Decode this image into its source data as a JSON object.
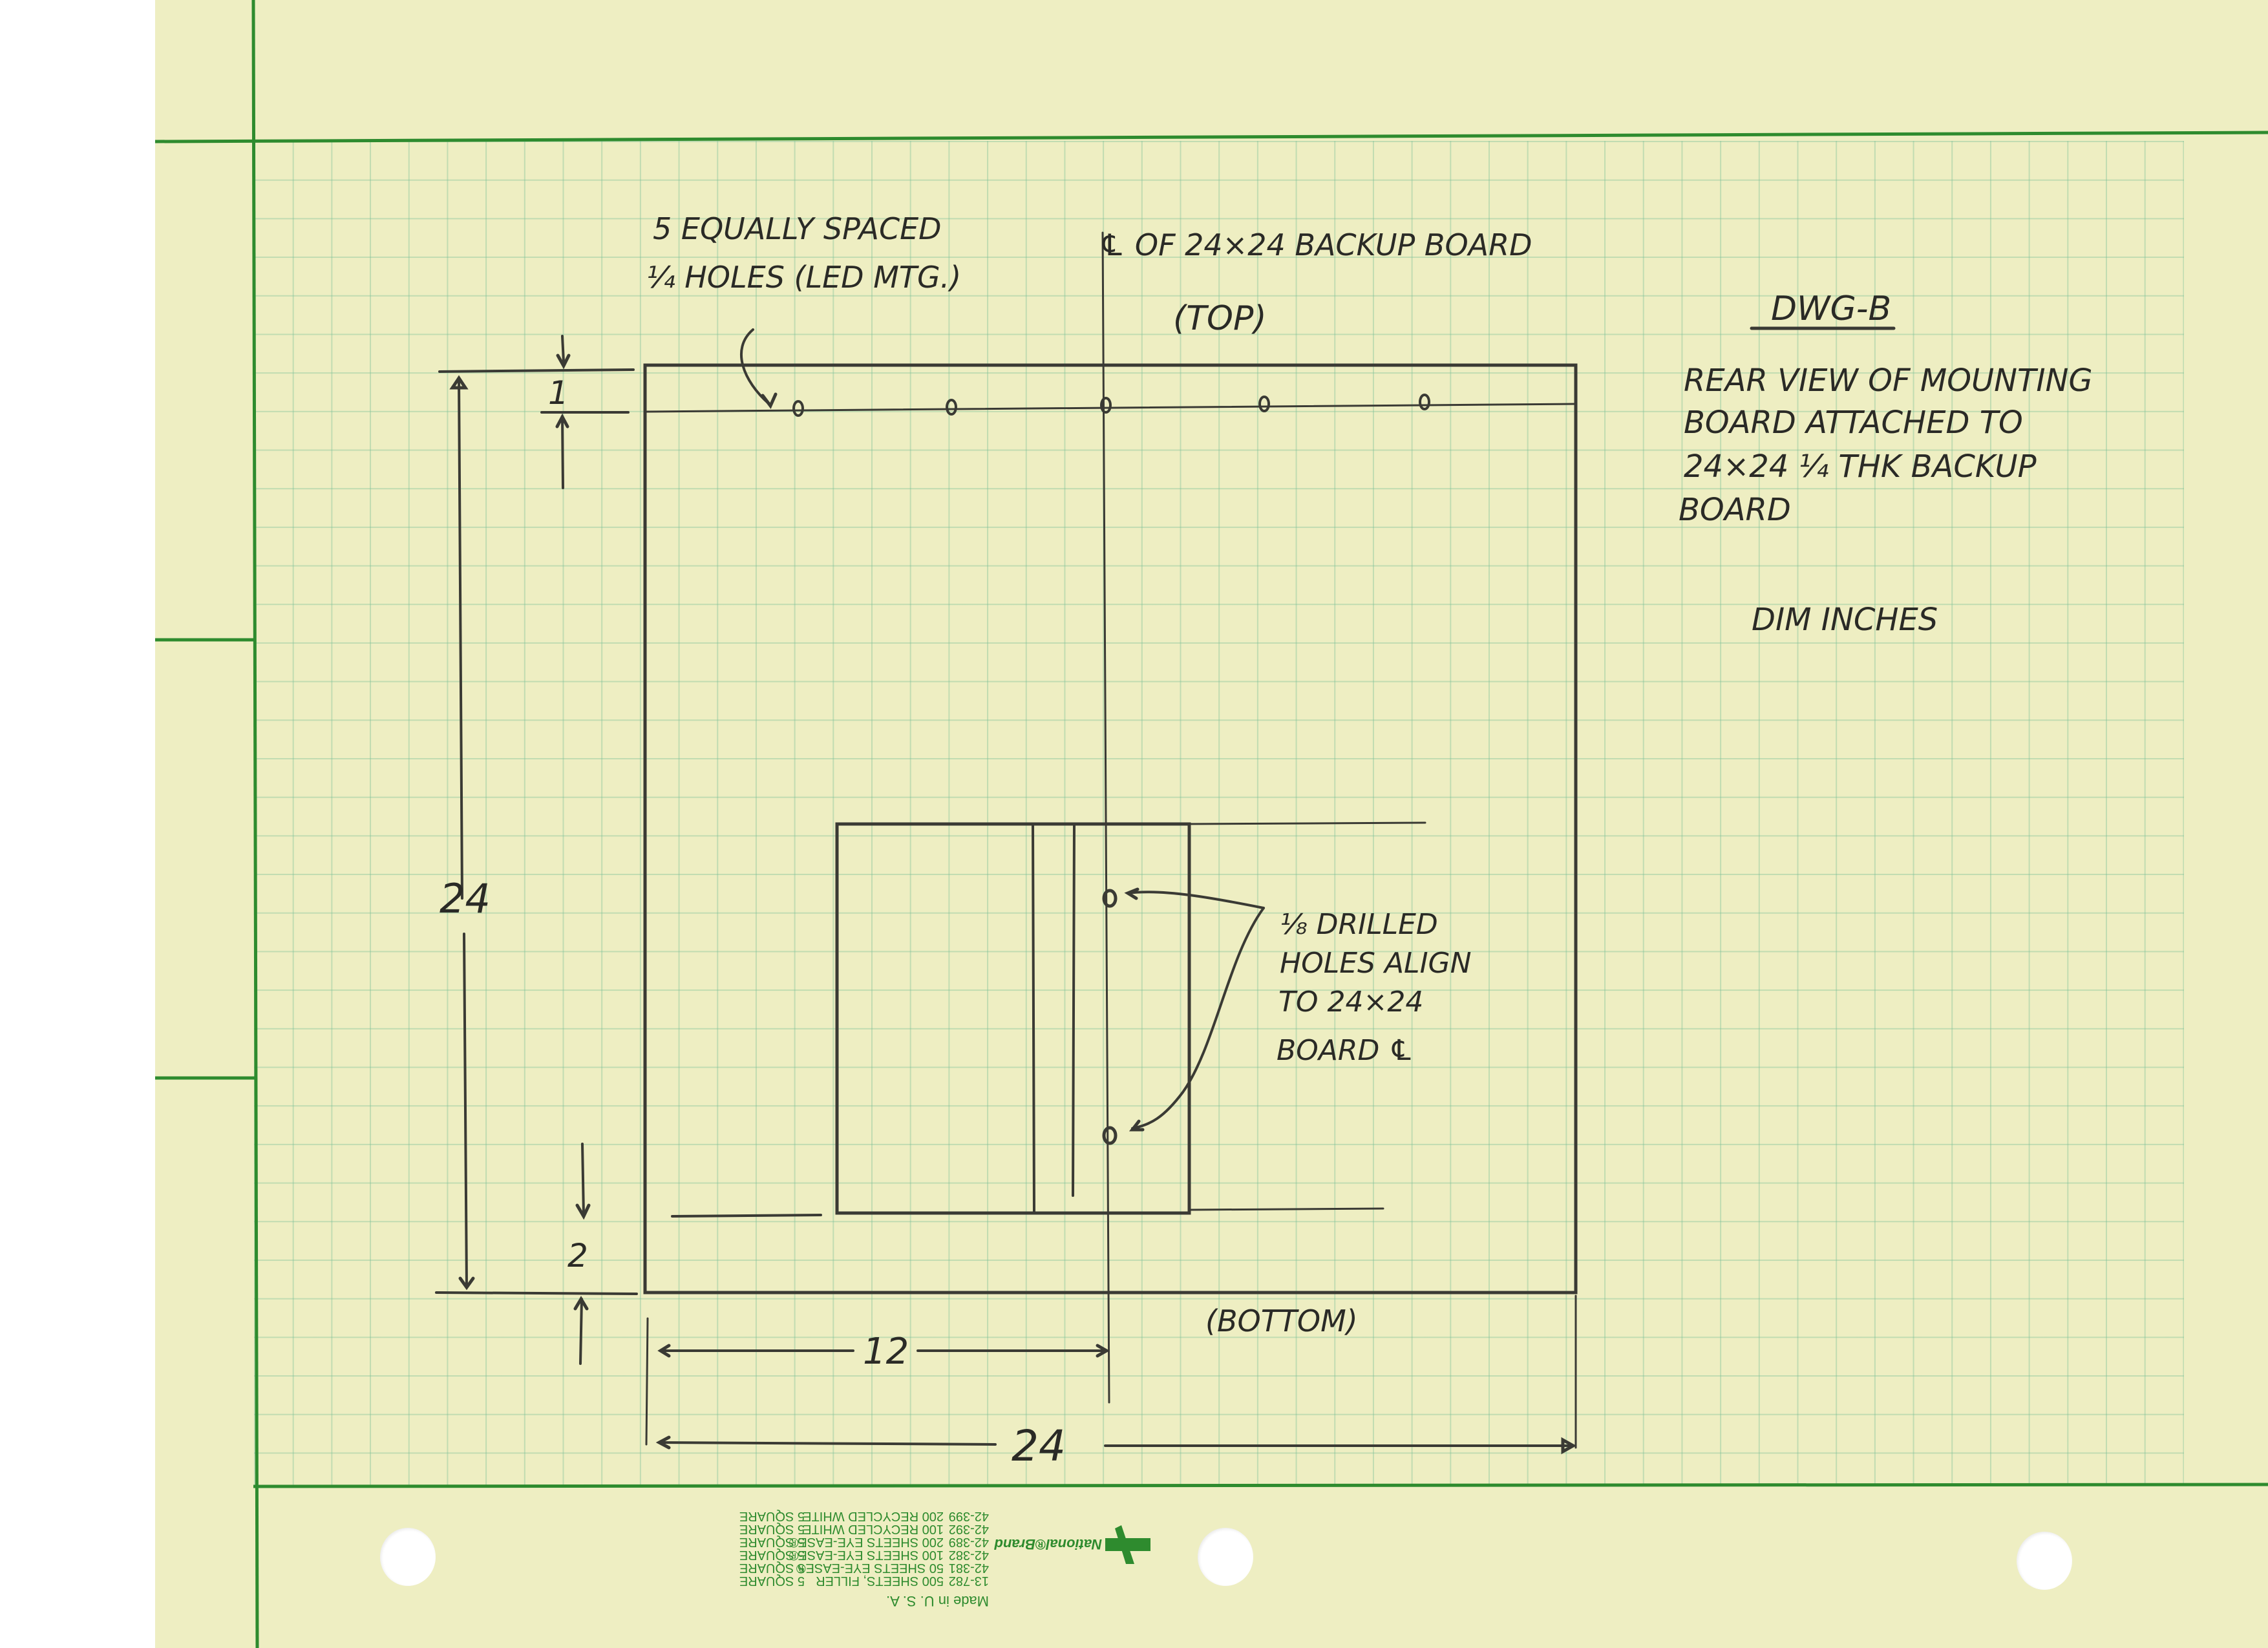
{
  "paper": {
    "background_color": "#eeeec2",
    "grid_color": "#8fc7a3",
    "margin_line_color": "#2e8b2e",
    "ink_color": "#2a2a26"
  },
  "drawing": {
    "title": "DWG-B",
    "description_lines": [
      "REAR VIEW OF MOUNTING",
      "BOARD ATTACHED TO",
      "24×24 ¼ THK BACKUP",
      "BOARD"
    ],
    "units_note": "DIM INCHES",
    "centerline_label": "℄ OF 24×24 BACKUP BOARD",
    "top_label": "(TOP)",
    "bottom_label": "(BOTTOM)",
    "led_holes_note_lines": [
      "5 EQUALLY SPACED",
      "¼ HOLES (LED MTG.)"
    ],
    "drilled_holes_note_lines": [
      "⅛ DRILLED",
      "HOLES ALIGN",
      "TO 24×24",
      "BOARD ℄"
    ],
    "dimensions": {
      "top_offset": "1",
      "bottom_offset": "2",
      "height": "24",
      "half_width": "12",
      "width": "24"
    },
    "led_hole_count": 5,
    "drilled_hole_count": 2
  },
  "paper_label": {
    "brand": "National®Brand",
    "made_in": "Made in U. S. A.",
    "products": [
      {
        "code": "13-782",
        "desc": "500 SHEETS, FILLER",
        "ruling": "5 SQUARE"
      },
      {
        "code": "42-381",
        "desc": "50 SHEETS EYE-EASE®",
        "ruling": "5 SQUARE"
      },
      {
        "code": "42-382",
        "desc": "100 SHEETS EYE-EASE®",
        "ruling": "5 SQUARE"
      },
      {
        "code": "42-389",
        "desc": "200 SHEETS EYE-EASE®",
        "ruling": "5 SQUARE"
      },
      {
        "code": "42-392",
        "desc": "100 RECYCLED WHITE",
        "ruling": "5 SQUARE"
      },
      {
        "code": "42-399",
        "desc": "200 RECYCLED WHITE",
        "ruling": "5 SQUARE"
      }
    ]
  }
}
